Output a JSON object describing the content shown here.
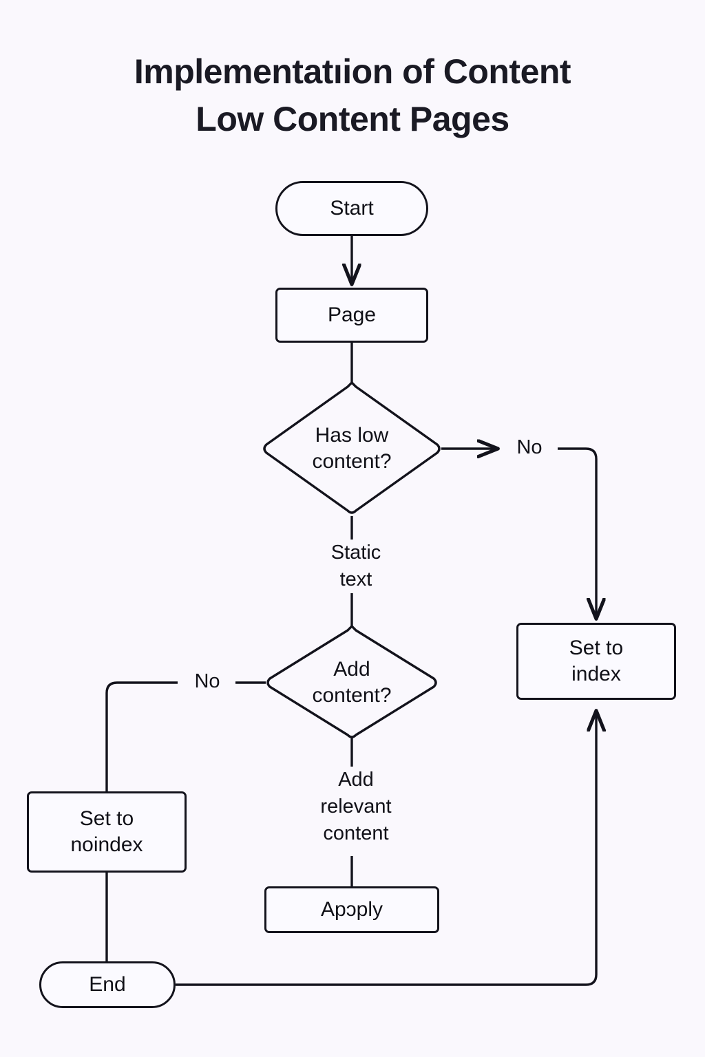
{
  "page": {
    "background_color": "#faf8fd",
    "stroke_color": "#13131c",
    "node_fill": "#fbfaff",
    "text_color": "#111118"
  },
  "title": {
    "line1": "Implementatıion of Content",
    "line2": "Low Content Pages"
  },
  "chart_data": {
    "type": "diagram",
    "subtype": "flowchart",
    "title": "Implementatıion of Content Low Content Pages",
    "orientation": "top-down",
    "nodes": [
      {
        "id": "start",
        "label": "Start",
        "shape": "stadium"
      },
      {
        "id": "page",
        "label": "Page",
        "shape": "rect"
      },
      {
        "id": "haslow",
        "label": "Has low\ncontent?",
        "shape": "diamond"
      },
      {
        "id": "addc",
        "label": "Add\ncontent?",
        "shape": "diamond"
      },
      {
        "id": "setindex",
        "label": "Set to\nindex",
        "shape": "rect"
      },
      {
        "id": "setnoindex",
        "label": "Set to\nnoindex",
        "shape": "rect"
      },
      {
        "id": "apply",
        "label": "Apɔply",
        "shape": "rect"
      },
      {
        "id": "end",
        "label": "End",
        "shape": "stadium"
      }
    ],
    "edges": [
      {
        "from": "start",
        "to": "page",
        "label": "",
        "arrow": true
      },
      {
        "from": "page",
        "to": "haslow",
        "label": "",
        "arrow": false
      },
      {
        "from": "haslow",
        "to": "setindex",
        "label": "No",
        "arrow": true
      },
      {
        "from": "haslow",
        "to": "addc",
        "label": "Static\ntext",
        "arrow": false
      },
      {
        "from": "addc",
        "to": "setnoindex",
        "label": "No",
        "arrow": false
      },
      {
        "from": "addc",
        "to": "apply",
        "label": "Add\nrelevant\ncontent",
        "arrow": false
      },
      {
        "from": "setnoindex",
        "to": "end",
        "label": "",
        "arrow": false
      },
      {
        "from": "end",
        "to": "setindex",
        "label": "",
        "arrow": true
      }
    ],
    "edge_labels": [
      {
        "text": "No",
        "position": "right-of-has-low-content"
      },
      {
        "text": "Static\ntext",
        "position": "below-has-low-content"
      },
      {
        "text": "No",
        "position": "left-of-add-content"
      },
      {
        "text": "Add\nrelevant\ncontent",
        "position": "below-add-content"
      }
    ]
  },
  "nodes": {
    "start": {
      "label": "Start"
    },
    "page": {
      "label": "Page"
    },
    "haslow": {
      "label": "Has low\ncontent?"
    },
    "addc": {
      "label": "Add\ncontent?"
    },
    "setindex": {
      "label": "Set to\nindex"
    },
    "setnoindex": {
      "label": "Set to\nnoindex"
    },
    "apply": {
      "label": "Apɔply"
    },
    "end": {
      "label": "End"
    }
  },
  "labels": {
    "no_right": "No",
    "static_text": "Static\ntext",
    "no_left": "No",
    "add_relevant": "Add\nrelevant\ncontent"
  }
}
